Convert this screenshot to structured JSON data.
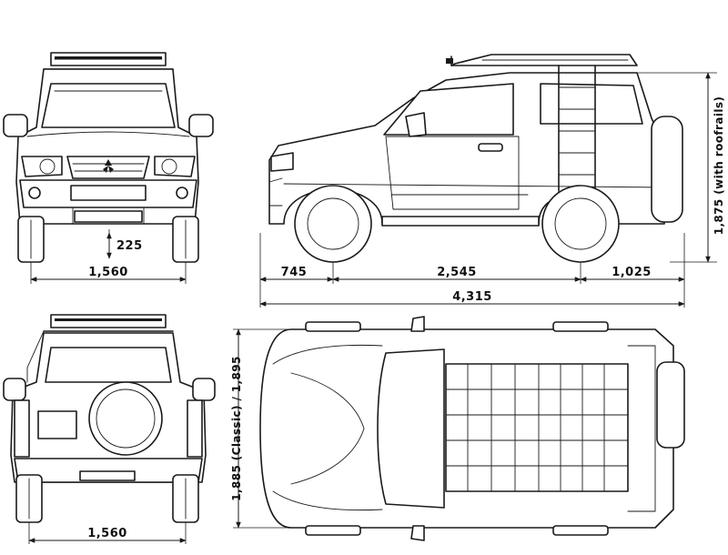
{
  "dimensions": {
    "front_track": "1,560",
    "rear_track": "1,560",
    "ground_clearance": "225",
    "front_overhang": "745",
    "wheelbase": "2,545",
    "rear_overhang": "1,025",
    "overall_length": "4,315",
    "height_roofrails": "1,875 (with roofrails)",
    "width_classic": "1,885 (Classic) / 1,895"
  },
  "colors": {
    "line": "#1a1a1a",
    "background": "#ffffff"
  }
}
